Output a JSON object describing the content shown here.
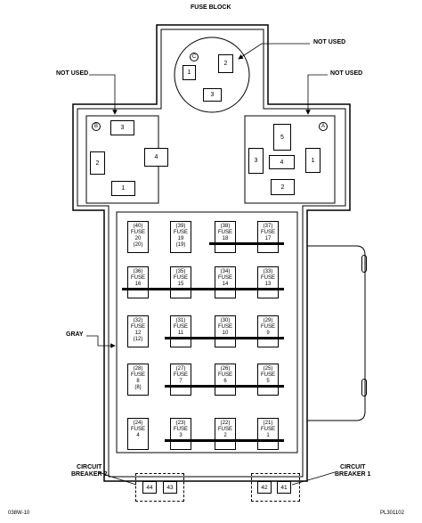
{
  "title": "FUSE BLOCK",
  "callouts": {
    "not_used_top_right": "NOT USED",
    "not_used_left": "NOT USED",
    "not_used_right": "NOT USED",
    "gray": "GRAY",
    "circuit_breaker_2": [
      "CIRCUIT",
      "BREAKER 2"
    ],
    "circuit_breaker_1": [
      "CIRCUIT",
      "BREAKER 1"
    ]
  },
  "relay_top": {
    "marker": "C",
    "relays": [
      "1",
      "2",
      "3"
    ]
  },
  "relay_left": {
    "marker": "B",
    "relays": [
      "3",
      "2",
      "4",
      "1"
    ]
  },
  "relay_right": {
    "marker": "A",
    "relays": [
      "5",
      "3",
      "4",
      "1",
      "2"
    ]
  },
  "fuse_rows": [
    [
      [
        "(40)",
        "FUSE",
        "20",
        "(20)"
      ],
      [
        "(39)",
        "FUSE",
        "19",
        "(19)"
      ],
      [
        "(38)",
        "FUSE",
        "18"
      ],
      [
        "(37)",
        "FUSE",
        "17"
      ]
    ],
    [
      [
        "(36)",
        "FUSE",
        "16"
      ],
      [
        "(35)",
        "FUSE",
        "15"
      ],
      [
        "(34)",
        "FUSE",
        "14"
      ],
      [
        "(33)",
        "FUSE",
        "13"
      ]
    ],
    [
      [
        "(32)",
        "FUSE",
        "12",
        "(12)"
      ],
      [
        "(31)",
        "FUSE",
        "11"
      ],
      [
        "(30)",
        "FUSE",
        "10"
      ],
      [
        "(29)",
        "FUSE",
        "9"
      ]
    ],
    [
      [
        "(28)",
        "FUSE",
        "8",
        "(8)"
      ],
      [
        "(27)",
        "FUSE",
        "7"
      ],
      [
        "(26)",
        "FUSE",
        "6"
      ],
      [
        "(25)",
        "FUSE",
        "5"
      ]
    ],
    [
      [
        "(24)",
        "FUSE",
        "4"
      ],
      [
        "(23)",
        "FUSE",
        "3"
      ],
      [
        "(22)",
        "FUSE",
        "2"
      ],
      [
        "(21)",
        "FUSE",
        "1"
      ]
    ]
  ],
  "circuit_breakers": {
    "left": [
      "44",
      "43"
    ],
    "right": [
      "42",
      "41"
    ]
  },
  "footer": {
    "left_code": "038W-10",
    "right_code": "PL301102"
  }
}
